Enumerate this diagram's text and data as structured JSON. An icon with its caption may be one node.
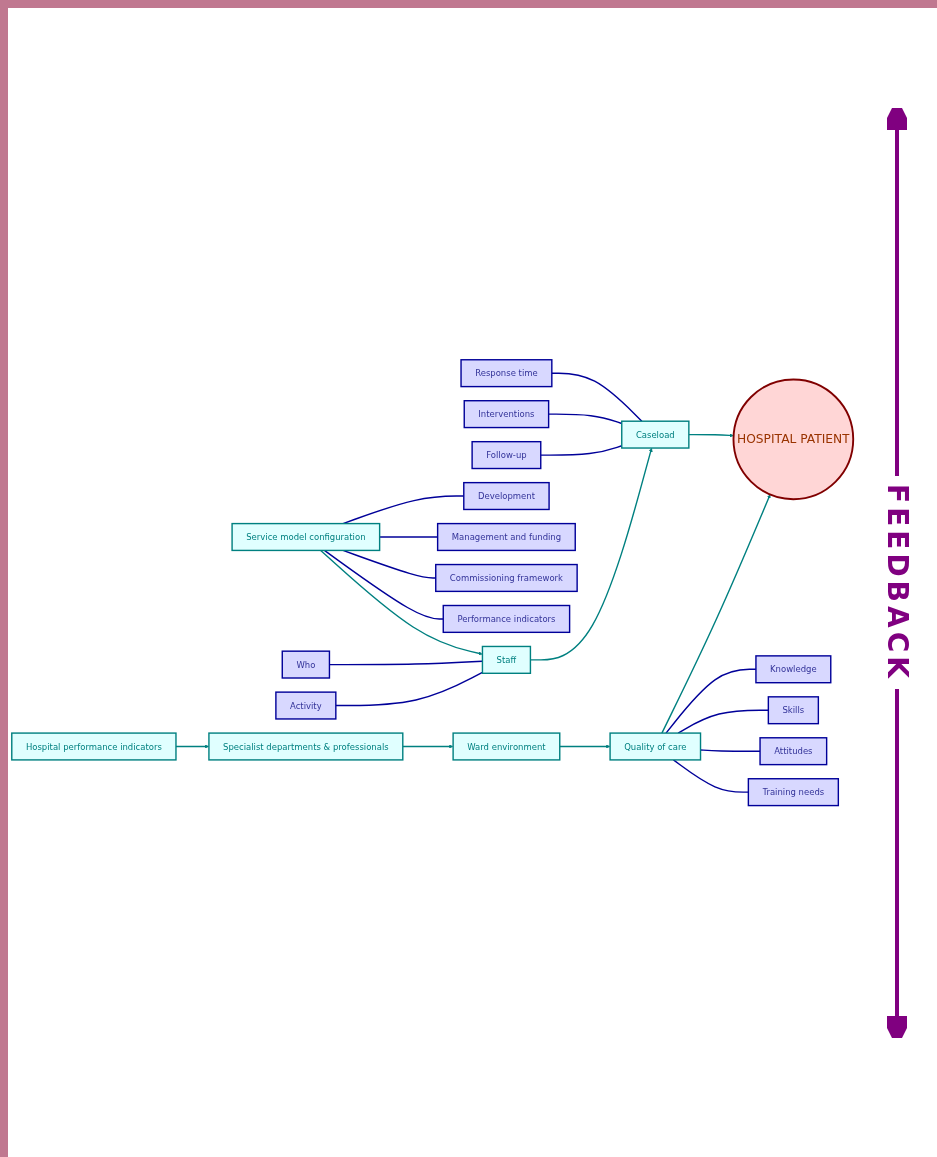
{
  "diagram": {
    "nodes": [
      {
        "text": [
          "Service model configuration"
        ]
      },
      {
        "text": [
          "Development"
        ]
      },
      {
        "text": [
          "Management and funding"
        ]
      },
      {
        "text": [
          "Commissioning framework"
        ]
      },
      {
        "text": [
          "Performance indicators"
        ]
      },
      {
        "text": [
          "Who"
        ]
      },
      {
        "text": [
          "Activity"
        ]
      },
      {
        "text": [
          "Staff"
        ]
      },
      {
        "text": [
          "Response time"
        ]
      },
      {
        "text": [
          "Interventions"
        ]
      },
      {
        "text": [
          "Follow-up"
        ]
      },
      {
        "text": [
          "Caseload"
        ]
      },
      {
        "text": [
          "HOSPITAL PATIENT"
        ]
      },
      {
        "text": [
          "Knowledge"
        ]
      },
      {
        "text": [
          "Skills"
        ]
      },
      {
        "text": [
          "Attitudes"
        ]
      },
      {
        "text": [
          "Training needs"
        ]
      },
      {
        "text": [
          "Quality of care"
        ]
      },
      {
        "text": [
          "Ward environment"
        ]
      },
      {
        "text": [
          "Specialist departments & professionals"
        ]
      },
      {
        "text": [
          "Hospital performance indicators"
        ]
      }
    ],
    "edges": [
      {
        "from": 0,
        "to": 1,
        "arrow": "none"
      },
      {
        "from": 0,
        "to": 2,
        "arrow": "none"
      },
      {
        "from": 0,
        "to": 3,
        "arrow": "none"
      },
      {
        "from": 0,
        "to": 4,
        "arrow": "none"
      },
      {
        "from": 0,
        "to": 7,
        "arrow": "to",
        "color": "#008080"
      },
      {
        "from": 5,
        "to": 7,
        "arrow": "none"
      },
      {
        "from": 6,
        "to": 7,
        "arrow": "none"
      },
      {
        "from": 7,
        "to": 11,
        "arrow": "to",
        "color": "#008080"
      },
      {
        "from": 8,
        "to": 11,
        "arrow": "none"
      },
      {
        "from": 9,
        "to": 11,
        "arrow": "none"
      },
      {
        "from": 10,
        "to": 11,
        "arrow": "none"
      },
      {
        "from": 11,
        "to": 12,
        "arrow": "to",
        "color": "#008080"
      },
      {
        "from": 17,
        "to": 12,
        "arrow": "to",
        "color": "#008080"
      },
      {
        "from": 17,
        "to": 13,
        "arrow": "none"
      },
      {
        "from": 17,
        "to": 14,
        "arrow": "none"
      },
      {
        "from": 17,
        "to": 15,
        "arrow": "none"
      },
      {
        "from": 17,
        "to": 16,
        "arrow": "none"
      },
      {
        "from": 18,
        "to": 17,
        "arrow": "to",
        "color": "#008080"
      },
      {
        "from": 19,
        "to": 18,
        "arrow": "to",
        "color": "#008080"
      },
      {
        "from": 20,
        "to": 19,
        "arrow": "to",
        "color": "#008080"
      }
    ],
    "labels": [
      "FEEDBACK"
    ]
  }
}
